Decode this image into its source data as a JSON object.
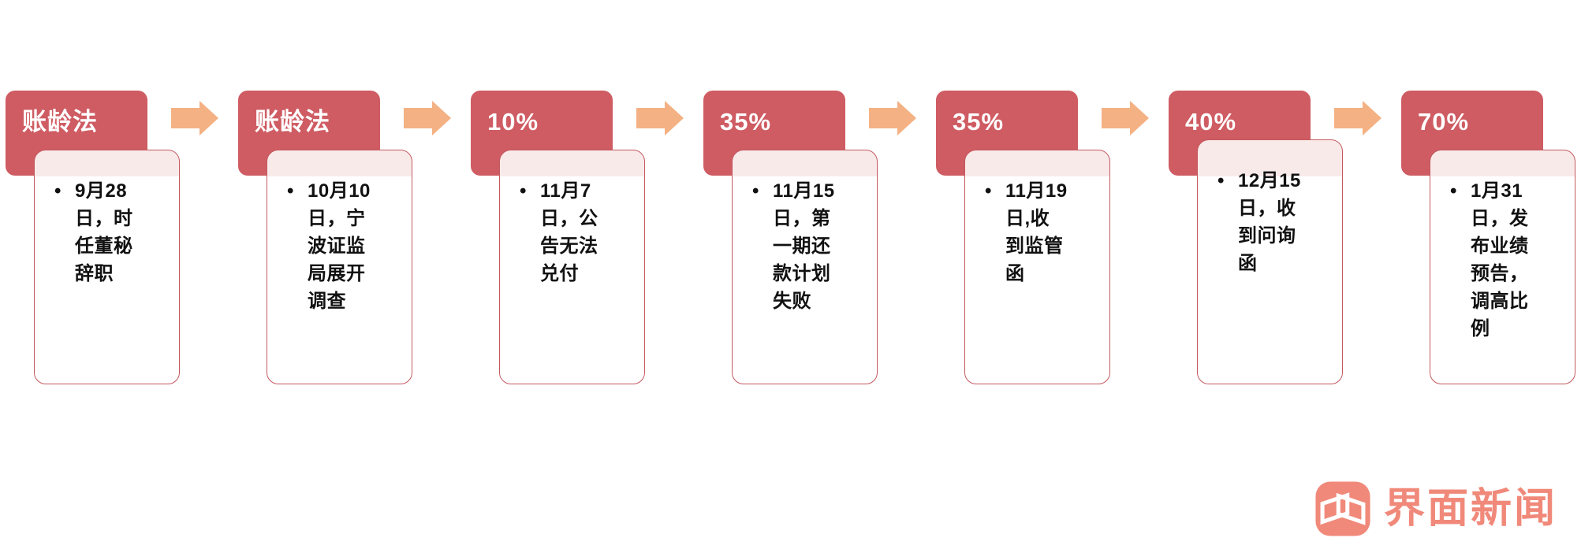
{
  "colors": {
    "header_fill": "#CF5C63",
    "card_border": "#C4595F",
    "card_tint": "#F9EAEA",
    "arrow": "#F4B183",
    "logo": "#F0897A",
    "header_text": "#FFFFFF",
    "body_text": "#111111"
  },
  "flow": {
    "bullet": "•",
    "steps": [
      {
        "label": "账龄法",
        "detail": "9月28\n日，时\n任董秘\n辞职"
      },
      {
        "label": "账龄法",
        "detail": "10月10\n日，宁\n波证监\n局展开\n调查"
      },
      {
        "label": "10%",
        "detail": "11月7\n日，公\n告无法\n兑付"
      },
      {
        "label": "35%",
        "detail": "11月15\n日，第\n一期还\n款计划\n失败"
      },
      {
        "label": "35%",
        "detail": "11月19\n日,收\n到监管\n函"
      },
      {
        "label": "40%",
        "detail": "12月15\n日，收\n到问询\n函"
      },
      {
        "label": "70%",
        "detail": "1月31\n日，发\n布业绩\n预告，\n调高比\n例"
      }
    ]
  },
  "footer": {
    "brand": "界面新闻",
    "logo_icon": "jiemian-frames-icon"
  }
}
